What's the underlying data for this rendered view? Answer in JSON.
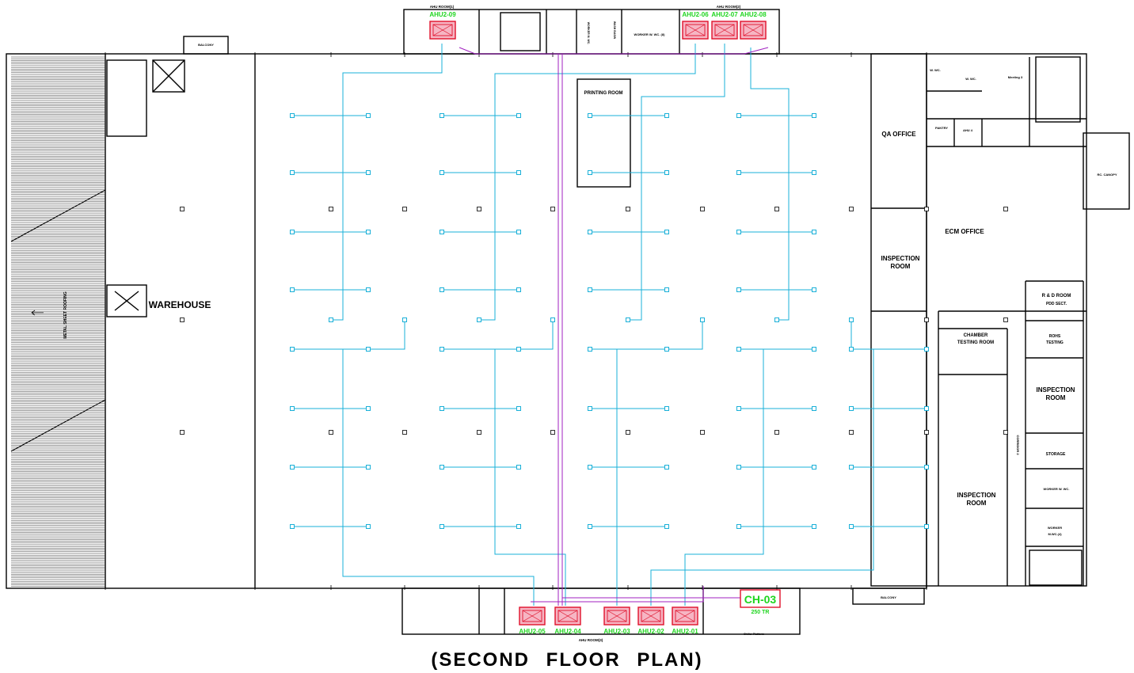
{
  "plan": {
    "title": "(SECOND  FLOOR  PLAN)",
    "rooms": {
      "warehouse": "WAREHOUSE",
      "metal_roof": "METAL SHEET ROOFING",
      "balcony_top": "BALCONY",
      "printing_room": "PRINTING ROOM",
      "qa_office": "QA OFFICE",
      "ecm_office": "ECM OFFICE",
      "inspection_1": "INSPECTION",
      "inspection_1b": "ROOM",
      "pantry": "PANTRY",
      "ahu4": "AHU 4",
      "meeting": "Meeting 3",
      "wc_top": "W. WC.",
      "wc_top2": "W. WC.",
      "rc_canopy": "RC. CANOPY",
      "rd_room": "R & D ROOM",
      "rd_room_b": "PDD SECT.",
      "chamber": "CHAMBER",
      "chamber_b": "TESTING ROOM",
      "rohs": "ROHS",
      "rohs_b": "TESTING",
      "inspection_2": "INSPECTION",
      "inspection_2b": "ROOM",
      "inspection_3": "INSPECTION",
      "inspection_3b": "ROOM",
      "storage": "STORAGE",
      "corridor": "CORRIDOR 2",
      "worker_wc_r": "WORKER W. WC.",
      "worker_mwc": "WORKER",
      "worker_mwc_b": "M.WC.(4)",
      "balcony_bottom": "BALCONY",
      "ahu_room_1": "AHU ROOM(1)",
      "ahu_room_2": "AHU ROOM(2)",
      "ahu_room_3": "AHU ROOM(3)",
      "worker_wc_top": "WORKER W. WC. (8)",
      "chiller_platform": "Chiller Platform",
      "ladies_wc": "WORKER M. WC.",
      "wash_basin": "WASH BASIN"
    },
    "ahu_labels": {
      "ahu9": "AHU2-09",
      "ahu6": "AHU2-06",
      "ahu7": "AHU2-07",
      "ahu8": "AHU2-08",
      "ahu5": "AHU2-05",
      "ahu4": "AHU2-04",
      "ahu3": "AHU2-03",
      "ahu2": "AHU2-02",
      "ahu1": "AHU2-01"
    },
    "chiller": {
      "label": "CH-03",
      "capacity": "250 TR"
    },
    "colors": {
      "duct": "#1ab0d8",
      "pipe": "#a020c0",
      "ahu_red": "#e0102a",
      "ahu_fill": "#f6b5c3",
      "ahu_label": "#1fd51f"
    }
  }
}
